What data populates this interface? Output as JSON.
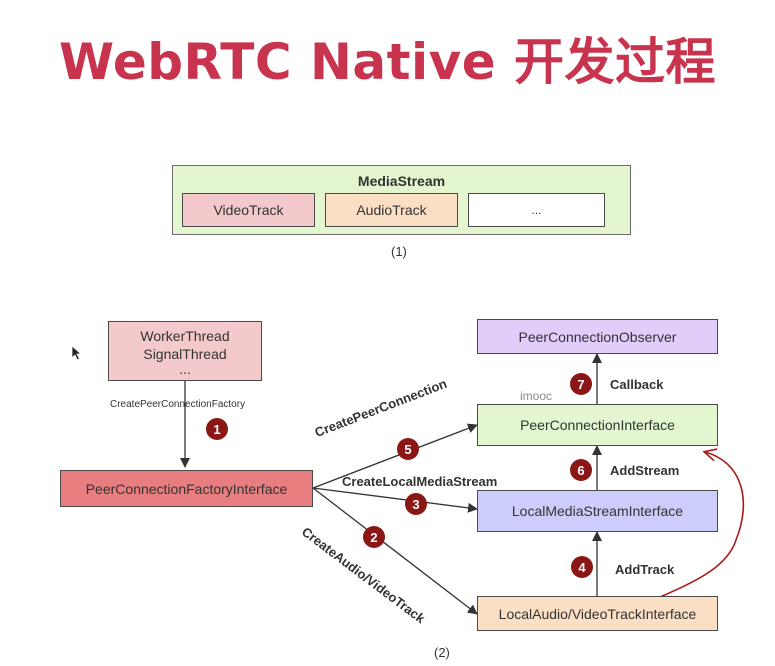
{
  "title": "WebRTC Native 开发过程",
  "diagram1": {
    "container": "MediaStream",
    "tracks": [
      "VideoTrack",
      "AudioTrack",
      "..."
    ],
    "caption": "(1)"
  },
  "diagram2": {
    "threads": {
      "line1": "WorkerThread",
      "line2": "SignalThread",
      "line3": "..."
    },
    "factory_interface": "PeerConnectionFactoryInterface",
    "observer": "PeerConnectionObserver",
    "peer_connection_interface": "PeerConnectionInterface",
    "local_media_stream_interface": "LocalMediaStreamInterface",
    "track_interface": "LocalAudio/VideoTrackInterface",
    "watermark": "imooc",
    "caption": "(2)",
    "edges": {
      "create_factory": "CreatePeerConnectionFactory",
      "create_peer_connection": "CreatePeerConnection",
      "create_local_media_stream": "CreateLocalMediaStream",
      "create_audio_video_track": "CreateAudio/VideoTrack",
      "callback": "Callback",
      "add_stream": "AddStream",
      "add_track": "AddTrack"
    },
    "steps": [
      "1",
      "2",
      "3",
      "4",
      "5",
      "6",
      "7"
    ]
  },
  "colors": {
    "title": "#c8334d",
    "mediastream": "#e3f6cf",
    "video_track": "#f4c9cb",
    "audio_track": "#fbdfc4",
    "factory": "#e87e80",
    "observer": "#e2ccfa",
    "peer_connection": "#e3f6cf",
    "local_stream": "#cdcdfb",
    "track_interface": "#fbdfc4",
    "badge": "#8b1616",
    "curve_arrow": "#a81a1a"
  }
}
